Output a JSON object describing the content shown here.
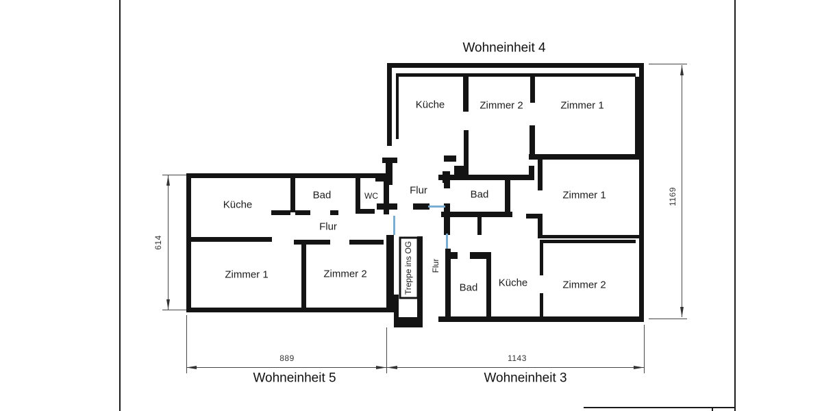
{
  "titles": {
    "unit4": "Wohneinheit 4",
    "unit5": "Wohneinheit 5",
    "unit3": "Wohneinheit 3"
  },
  "rooms": {
    "u5_kueche": "Küche",
    "u5_bad": "Bad",
    "u5_wc": "WC",
    "u5_flur": "Flur",
    "u5_zimmer1": "Zimmer 1",
    "u5_zimmer2": "Zimmer 2",
    "u4_kueche": "Küche",
    "u4_zimmer2": "Zimmer 2",
    "u4_zimmer1": "Zimmer 1",
    "mid_flur": "Flur",
    "mid_bad": "Bad",
    "mid_zimmer1": "Zimmer 1",
    "stairs": "Treppe ins OG",
    "u3_flur": "Flur",
    "u3_bad": "Bad",
    "u3_kueche": "Küche",
    "u3_zimmer2": "Zimmer 2"
  },
  "dimensions": {
    "left_height": "614",
    "right_height": "1169",
    "bottom_left_width": "889",
    "bottom_right_width": "1143"
  },
  "colors": {
    "wall": "#141414",
    "door_marker": "#7aadd2",
    "dimension_line": "#444444",
    "dimension_arrow": "#333333",
    "sheet_border": "#1a1a1a"
  }
}
